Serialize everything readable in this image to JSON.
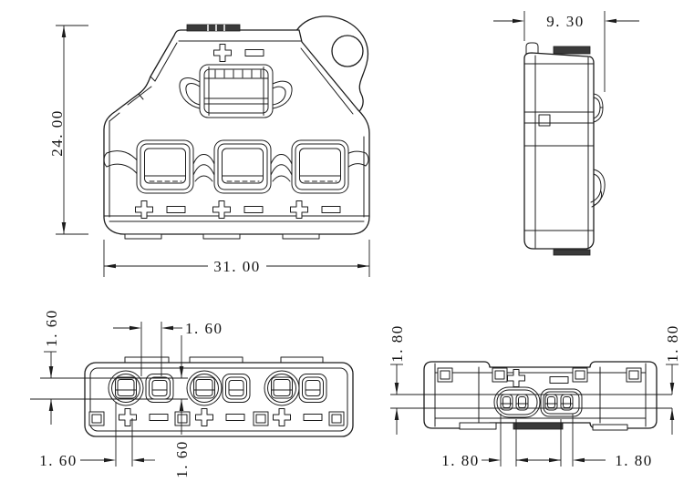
{
  "drawing_type": "engineering-orthographic-views-wire-connector",
  "front_view": {
    "dim_height": "24. 00",
    "dim_width": "31. 00"
  },
  "side_view": {
    "dim_width": "9. 30"
  },
  "bottom_view": {
    "dim_side": "1. 60",
    "dim_top": "1. 60",
    "dim_bottom": "1. 60",
    "dim_middle": "1. 60"
  },
  "top_view": {
    "dim_left": "1. 80",
    "dim_right": "1. 80",
    "dim_pitch_left": "1. 80",
    "dim_pitch_right": "1. 80"
  },
  "symbols": {
    "plus": "+",
    "minus": "-"
  },
  "colors": {
    "line": "#1c1c1c",
    "dark_fill": "#3a3a3a",
    "background": "#ffffff"
  }
}
